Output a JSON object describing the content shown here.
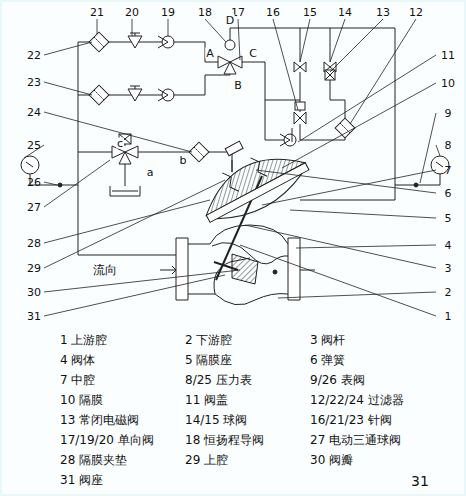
{
  "diagram": {
    "labels": [
      "21",
      "20",
      "19",
      "18",
      "17",
      "16",
      "15",
      "14",
      "13",
      "12",
      "22",
      "23",
      "24",
      "25",
      "26",
      "27",
      "28",
      "29",
      "30",
      "31",
      "11",
      "10",
      "9",
      "8",
      "7",
      "6",
      "5",
      "4",
      "3",
      "2",
      "1",
      "D",
      "A",
      "C",
      "B",
      "c",
      "b",
      "a",
      "流向",
      "1 上游腔",
      "2 下游腔",
      "3 阀杆",
      "4 阀体",
      "5 隔膜座",
      "6 弹簧",
      "7 中腔",
      "8/25 压力表",
      "9/26 表阀",
      "10 隔膜",
      "11 阀盖",
      "12/22/24 过滤器",
      "13 常闭电磁阀",
      "14/15 球阀",
      "16/21/23 针阀",
      "17/19/20 单向阀",
      "18 恒扬程导阀",
      "27 电动三通球阀",
      "28 隔膜夹垫",
      "29 上腔",
      "30 阀瓣",
      "31 阀座",
      "31"
    ]
  }
}
